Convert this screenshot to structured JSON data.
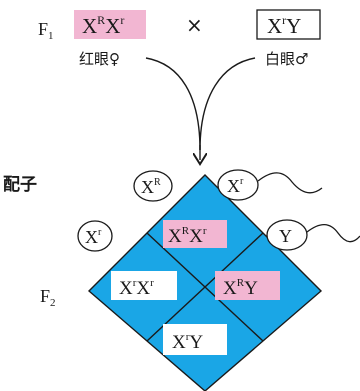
{
  "parents": {
    "generation_main": "F",
    "generation_sub": "1",
    "female": {
      "b1": "X",
      "s1": "R",
      "b2": "X",
      "s2": "r",
      "label": "红眼♀"
    },
    "male": {
      "b1": "X",
      "s1": "r",
      "b2": "Y",
      "s2": "",
      "label": "白眼♂"
    },
    "cross_symbol": "×"
  },
  "gametes_label": "配子",
  "gametes": {
    "female_top": {
      "b": "X",
      "s": "R"
    },
    "female_bottom": {
      "b": "X",
      "s": "r"
    },
    "male_top": {
      "b": "X",
      "s": "r"
    },
    "male_bottom": {
      "b": "Y",
      "s": ""
    }
  },
  "offspring": {
    "generation_main": "F",
    "generation_sub": "2",
    "top": {
      "b1": "X",
      "s1": "R",
      "b2": "X",
      "s2": "r"
    },
    "left": {
      "b1": "X",
      "s1": "r",
      "b2": "X",
      "s2": "r"
    },
    "right": {
      "b1": "X",
      "s1": "R",
      "b2": "Y",
      "s2": ""
    },
    "bottom": {
      "b1": "X",
      "s1": "r",
      "b2": "Y",
      "s2": ""
    }
  },
  "colors": {
    "grid_fill": "#1aa6e6",
    "pink_box": "#f2b6d2",
    "white_box": "#ffffff",
    "stroke": "#1a1a1a"
  }
}
